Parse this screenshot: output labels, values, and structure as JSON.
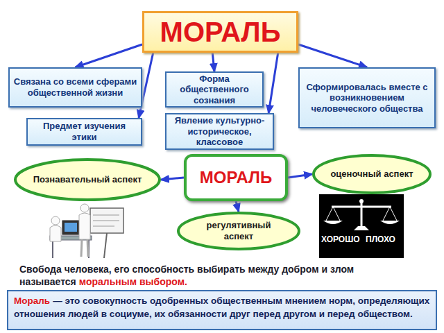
{
  "diagram": {
    "nodes": [
      {
        "text": [
          "МОРАЛЬ"
        ]
      },
      {
        "text": [
          "Связана со всеми сферами общественной жизни"
        ]
      },
      {
        "text": [
          "Форма общественного сознания"
        ]
      },
      {
        "text": [
          "Сформировалась вместе с возникновением человеческого общества"
        ]
      },
      {
        "text": [
          "Предмет изучения этики"
        ]
      },
      {
        "text": [
          "Явление культурно-историческое, классовое"
        ]
      },
      {
        "text": [
          "Познавательный аспект"
        ]
      },
      {
        "text": [
          "МОРАЛЬ"
        ]
      },
      {
        "text": [
          "оценочный аспект"
        ]
      },
      {
        "text": [
          "регулятивный аспект"
        ]
      },
      {
        "text": [
          "Мораль",
          "— это совокупность одобренных общественным мнением норм, определяющих отношения людей в социуме, их обязанности друг перед другом и перед обществом."
        ]
      }
    ],
    "edges": [
      {
        "from": 0,
        "to": 1,
        "arrow": "to"
      },
      {
        "from": 0,
        "to": 4,
        "arrow": "to"
      },
      {
        "from": 0,
        "to": 2,
        "arrow": "to"
      },
      {
        "from": 0,
        "to": 5,
        "arrow": "to"
      },
      {
        "from": 0,
        "to": 3,
        "arrow": "to"
      },
      {
        "from": 7,
        "to": 6,
        "arrow": "to"
      },
      {
        "from": 7,
        "to": 8,
        "arrow": "to"
      },
      {
        "from": 7,
        "to": 9,
        "arrow": "to"
      }
    ],
    "labels": [
      "Свобода человека, его способность выбирать между добром и злом называется",
      "моральным выбором.",
      "ХОРОШО",
      "ПЛОХО"
    ]
  }
}
